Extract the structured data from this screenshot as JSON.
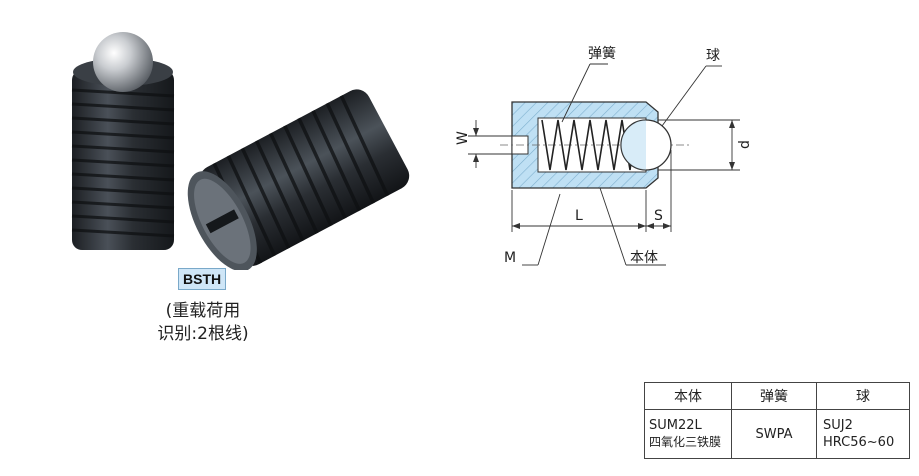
{
  "product": {
    "code": "BSTH",
    "note_line1": "(重载荷用",
    "note_line2": "识别:2根线)"
  },
  "diagram": {
    "labels": {
      "spring": "弹簧",
      "ball": "球",
      "body": "本体",
      "w": "W",
      "d": "d",
      "l": "L",
      "s": "S",
      "m": "M"
    }
  },
  "spec_table": {
    "headers": [
      "本体",
      "弹簧",
      "球"
    ],
    "body_material": "SUM22L",
    "body_finish": "四氧化三铁膜",
    "spring_material": "SWPA",
    "ball_material": "SUJ2",
    "ball_hardness": "HRC56~60"
  },
  "colors": {
    "body_fill": "#bfe0f4",
    "badge_bg": "#cfe6f7",
    "screw_dark": "#2b3036"
  }
}
